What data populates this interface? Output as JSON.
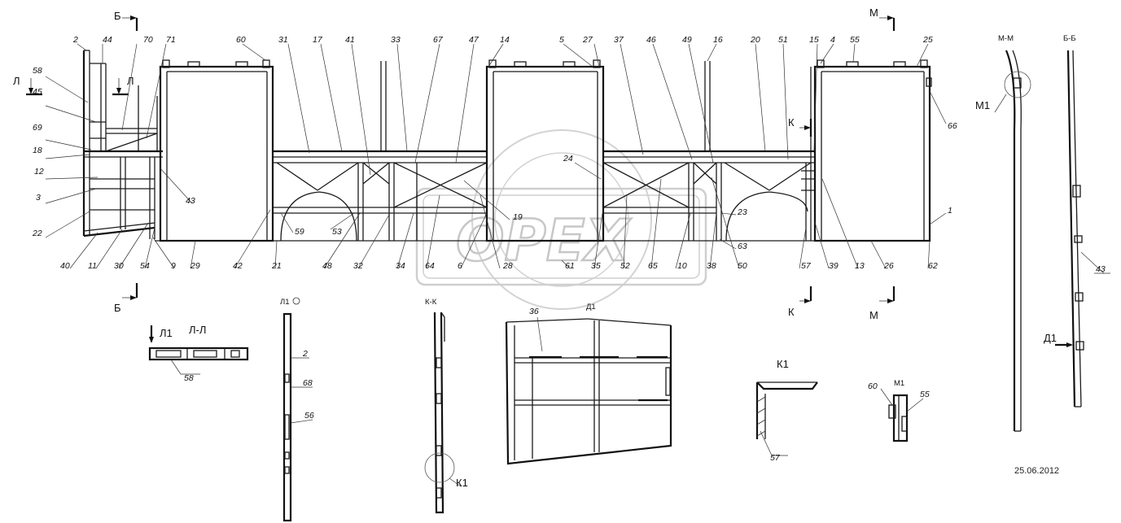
{
  "drawing": {
    "date": "25.06.2012",
    "watermark": "OPEX"
  },
  "section_labels": {
    "B_top": "Б",
    "B_bottom": "Б",
    "M_top": "М",
    "M_bottom": "М",
    "K_top": "К",
    "K_bottom": "К",
    "L_left": "Л",
    "L_right": "Л",
    "MM_title": "М-М",
    "BB_title": "Б-Б",
    "LL_title": "Л-Л",
    "KK_title": "К-К",
    "L1_arrow": "Л1",
    "L1_title": "Л1",
    "D1_title": "Д1",
    "D1_arrow": "Д1",
    "K1_title": "К1",
    "K1_callout": "К1",
    "M1_title": "М1",
    "M1_callout": "М1"
  },
  "callouts": {
    "top": [
      "2",
      "44",
      "70",
      "71",
      "60",
      "31",
      "17",
      "41",
      "33",
      "67",
      "47",
      "14",
      "5",
      "27",
      "37",
      "46",
      "49",
      "16",
      "20",
      "51",
      "15",
      "4",
      "55",
      "25"
    ],
    "left": [
      "58",
      "45",
      "69",
      "18",
      "12",
      "3",
      "22"
    ],
    "bottom": [
      "40",
      "11",
      "30",
      "54",
      "9",
      "29",
      "42",
      "21",
      "48",
      "32",
      "34",
      "64",
      "6",
      "28",
      "61",
      "35",
      "52",
      "65",
      "10",
      "38",
      "50",
      "57",
      "39",
      "13",
      "26",
      "62"
    ],
    "inner": [
      "43",
      "59",
      "53",
      "19",
      "24",
      "23",
      "63",
      "66",
      "1"
    ],
    "details": {
      "LL": [
        "58"
      ],
      "L1": [
        "2",
        "68",
        "56"
      ],
      "D1": [
        "36"
      ],
      "K1": [
        "57"
      ],
      "M1": [
        "60",
        "55"
      ],
      "BB": [
        "43"
      ]
    }
  }
}
